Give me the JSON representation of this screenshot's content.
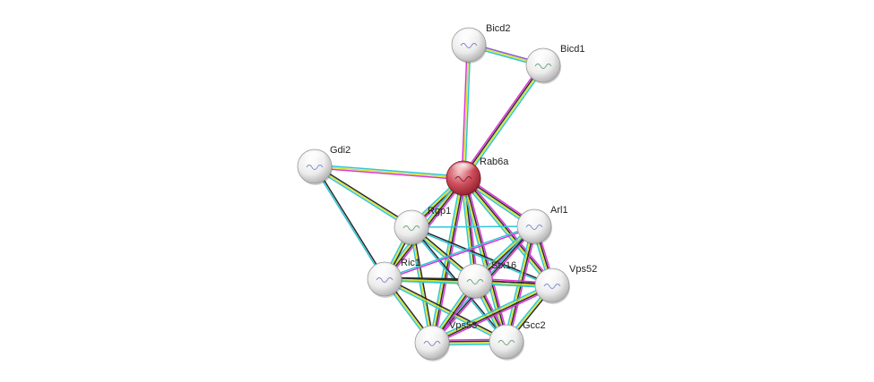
{
  "network": {
    "center_node": "rab6a",
    "nodes": [
      {
        "id": "bicd2",
        "label": "Bicd2",
        "highlighted": false
      },
      {
        "id": "bicd1",
        "label": "Bicd1",
        "highlighted": false
      },
      {
        "id": "gdi2",
        "label": "Gdi2",
        "highlighted": false
      },
      {
        "id": "rab6a",
        "label": "Rab6a",
        "highlighted": true
      },
      {
        "id": "rgp1",
        "label": "Rgp1",
        "highlighted": false
      },
      {
        "id": "arl1",
        "label": "Arl1",
        "highlighted": false
      },
      {
        "id": "ric1",
        "label": "Ric1",
        "highlighted": false
      },
      {
        "id": "stx16",
        "label": "Stx16",
        "highlighted": false
      },
      {
        "id": "vps52",
        "label": "Vps52",
        "highlighted": false
      },
      {
        "id": "vps53",
        "label": "Vps53",
        "highlighted": false
      },
      {
        "id": "gcc2",
        "label": "Gcc2",
        "highlighted": false
      }
    ],
    "edges": [
      {
        "source": "rab6a",
        "target": "bicd2",
        "evidence": [
          "magenta",
          "yellow",
          "cyan"
        ]
      },
      {
        "source": "rab6a",
        "target": "bicd1",
        "evidence": [
          "magenta",
          "black",
          "yellow",
          "cyan"
        ]
      },
      {
        "source": "bicd2",
        "target": "bicd1",
        "evidence": [
          "purple",
          "yellow",
          "cyan"
        ]
      },
      {
        "source": "rab6a",
        "target": "gdi2",
        "evidence": [
          "magenta",
          "yellow",
          "cyan"
        ]
      },
      {
        "source": "gdi2",
        "target": "rgp1",
        "evidence": [
          "black",
          "yellow",
          "cyan"
        ]
      },
      {
        "source": "gdi2",
        "target": "ric1",
        "evidence": [
          "black",
          "cyan"
        ]
      },
      {
        "source": "rab6a",
        "target": "rgp1",
        "evidence": [
          "magenta",
          "black",
          "yellow",
          "cyan"
        ]
      },
      {
        "source": "rab6a",
        "target": "arl1",
        "evidence": [
          "magenta",
          "black",
          "yellow",
          "cyan"
        ]
      },
      {
        "source": "rab6a",
        "target": "ric1",
        "evidence": [
          "magenta",
          "black",
          "yellow",
          "cyan"
        ]
      },
      {
        "source": "rab6a",
        "target": "stx16",
        "evidence": [
          "magenta",
          "black",
          "yellow",
          "cyan"
        ]
      },
      {
        "source": "rab6a",
        "target": "vps52",
        "evidence": [
          "magenta",
          "black",
          "yellow",
          "cyan"
        ]
      },
      {
        "source": "rab6a",
        "target": "vps53",
        "evidence": [
          "magenta",
          "black",
          "yellow",
          "cyan"
        ]
      },
      {
        "source": "rab6a",
        "target": "gcc2",
        "evidence": [
          "magenta",
          "black",
          "yellow",
          "cyan"
        ]
      },
      {
        "source": "rgp1",
        "target": "ric1",
        "evidence": [
          "black",
          "yellow",
          "cyan"
        ]
      },
      {
        "source": "rgp1",
        "target": "arl1",
        "evidence": [
          "cyan"
        ]
      },
      {
        "source": "rgp1",
        "target": "stx16",
        "evidence": [
          "black",
          "yellow",
          "cyan"
        ]
      },
      {
        "source": "rgp1",
        "target": "vps52",
        "evidence": [
          "black",
          "cyan"
        ]
      },
      {
        "source": "rgp1",
        "target": "vps53",
        "evidence": [
          "black",
          "yellow",
          "cyan"
        ]
      },
      {
        "source": "rgp1",
        "target": "gcc2",
        "evidence": [
          "black",
          "cyan"
        ]
      },
      {
        "source": "arl1",
        "target": "ric1",
        "evidence": [
          "magenta",
          "cyan"
        ]
      },
      {
        "source": "arl1",
        "target": "stx16",
        "evidence": [
          "magenta",
          "black",
          "yellow",
          "cyan"
        ]
      },
      {
        "source": "arl1",
        "target": "vps52",
        "evidence": [
          "magenta",
          "black",
          "yellow",
          "cyan"
        ]
      },
      {
        "source": "arl1",
        "target": "vps53",
        "evidence": [
          "magenta",
          "black",
          "cyan"
        ]
      },
      {
        "source": "arl1",
        "target": "gcc2",
        "evidence": [
          "magenta",
          "black",
          "yellow",
          "cyan"
        ]
      },
      {
        "source": "ric1",
        "target": "stx16",
        "evidence": [
          "black",
          "yellow",
          "cyan"
        ]
      },
      {
        "source": "ric1",
        "target": "vps52",
        "evidence": [
          "black",
          "yellow",
          "cyan"
        ]
      },
      {
        "source": "ric1",
        "target": "vps53",
        "evidence": [
          "black",
          "yellow",
          "cyan"
        ]
      },
      {
        "source": "ric1",
        "target": "gcc2",
        "evidence": [
          "black",
          "yellow",
          "cyan"
        ]
      },
      {
        "source": "stx16",
        "target": "vps52",
        "evidence": [
          "magenta",
          "black",
          "yellow",
          "cyan"
        ]
      },
      {
        "source": "stx16",
        "target": "vps53",
        "evidence": [
          "magenta",
          "black",
          "yellow",
          "cyan"
        ]
      },
      {
        "source": "stx16",
        "target": "gcc2",
        "evidence": [
          "magenta",
          "black",
          "yellow",
          "cyan"
        ]
      },
      {
        "source": "vps52",
        "target": "vps53",
        "evidence": [
          "magenta",
          "black",
          "yellow",
          "cyan"
        ]
      },
      {
        "source": "vps52",
        "target": "gcc2",
        "evidence": [
          "black",
          "yellow",
          "cyan"
        ]
      },
      {
        "source": "vps53",
        "target": "gcc2",
        "evidence": [
          "magenta",
          "black",
          "yellow",
          "cyan"
        ]
      }
    ]
  },
  "colors": {
    "magenta": "#d936d9",
    "purple": "#8a5ad8",
    "black": "#2a2a2a",
    "yellow": "#d4e22a",
    "cyan": "#2fc5d8",
    "node_fill": "#e6e6e6",
    "node_highlight_fill": "#c7384a"
  }
}
